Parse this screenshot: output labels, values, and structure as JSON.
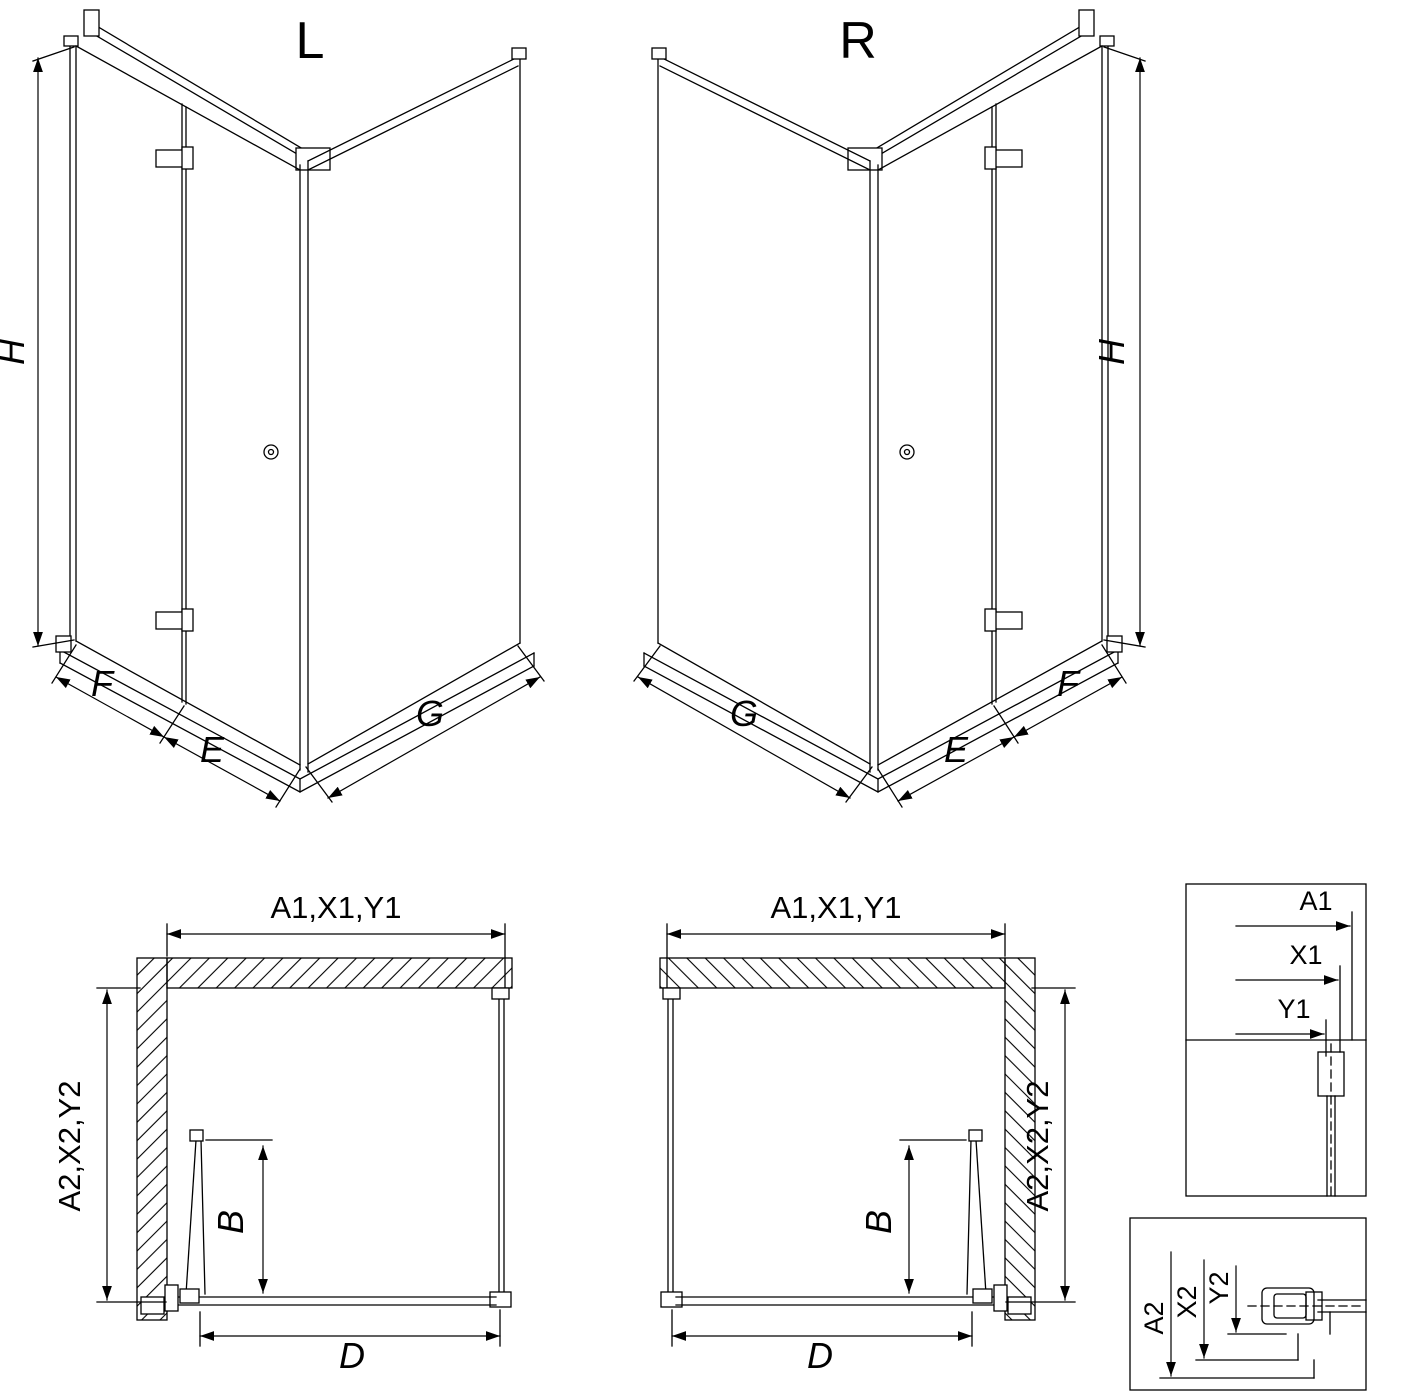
{
  "canvas": {
    "background": "#ffffff",
    "ink": "#000000"
  },
  "perspective_views": {
    "left": {
      "title": "L",
      "height_label": "H",
      "fixed_panel_label": "F",
      "door_label": "E",
      "side_panel_label": "G"
    },
    "right": {
      "title": "R",
      "height_label": "H",
      "fixed_panel_label": "F",
      "door_label": "E",
      "side_panel_label": "G"
    }
  },
  "plan_views": {
    "left": {
      "top_dim_label": "A1,X1,Y1",
      "depth_dim_label": "A2,X2,Y2",
      "door_projection_label": "B",
      "width_dim_label": "D"
    },
    "right": {
      "top_dim_label": "A1,X1,Y1",
      "depth_dim_label": "A2,X2,Y2",
      "door_projection_label": "B",
      "width_dim_label": "D"
    }
  },
  "detail_views": {
    "wall_profile_top": {
      "a1": "A1",
      "x1": "X1",
      "y1": "Y1"
    },
    "floor_profile_bottom": {
      "a2": "A2",
      "x2": "X2",
      "y2": "Y2"
    }
  }
}
